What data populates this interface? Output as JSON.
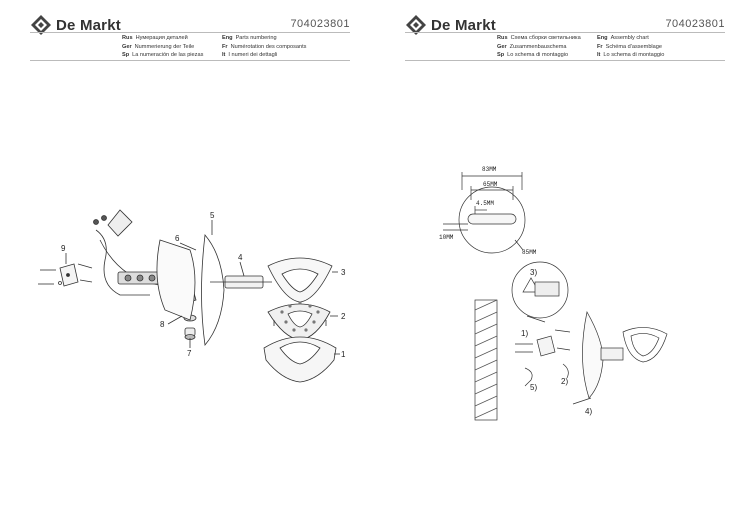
{
  "brand": "De Markt",
  "pages": [
    {
      "code": "704023801",
      "captions": [
        {
          "k": "Rus",
          "t": "Нумерация деталей"
        },
        {
          "k": "Eng",
          "t": "Parts numbering"
        },
        {
          "k": "Ger",
          "t": "Nummerierung der Teile"
        },
        {
          "k": "Fr",
          "t": "Numérotation des composants"
        },
        {
          "k": "Sp",
          "t": "La numeración de las piezas"
        },
        {
          "k": "It",
          "t": "I numeri dei dettagli"
        }
      ],
      "part_labels": [
        "1",
        "2",
        "3",
        "4",
        "5",
        "6",
        "7",
        "8",
        "9"
      ]
    },
    {
      "code": "704023801",
      "captions": [
        {
          "k": "Rus",
          "t": "Схема сборки светильника"
        },
        {
          "k": "Eng",
          "t": "Assembly chart"
        },
        {
          "k": "Ger",
          "t": "Zusammenbauschema"
        },
        {
          "k": "Fr",
          "t": "Schéma d'assemblage"
        },
        {
          "k": "Sp",
          "t": "Lo schema di montaggio"
        },
        {
          "k": "It",
          "t": "Lo schema di montaggio"
        }
      ],
      "dimensions": {
        "d1": "83MM",
        "d2": "65MM",
        "d3": "4.5MM",
        "d4": "10MM",
        "d5": "85MM"
      },
      "steps": [
        "1)",
        "2)",
        "3)",
        "4)",
        "5)"
      ]
    }
  ]
}
